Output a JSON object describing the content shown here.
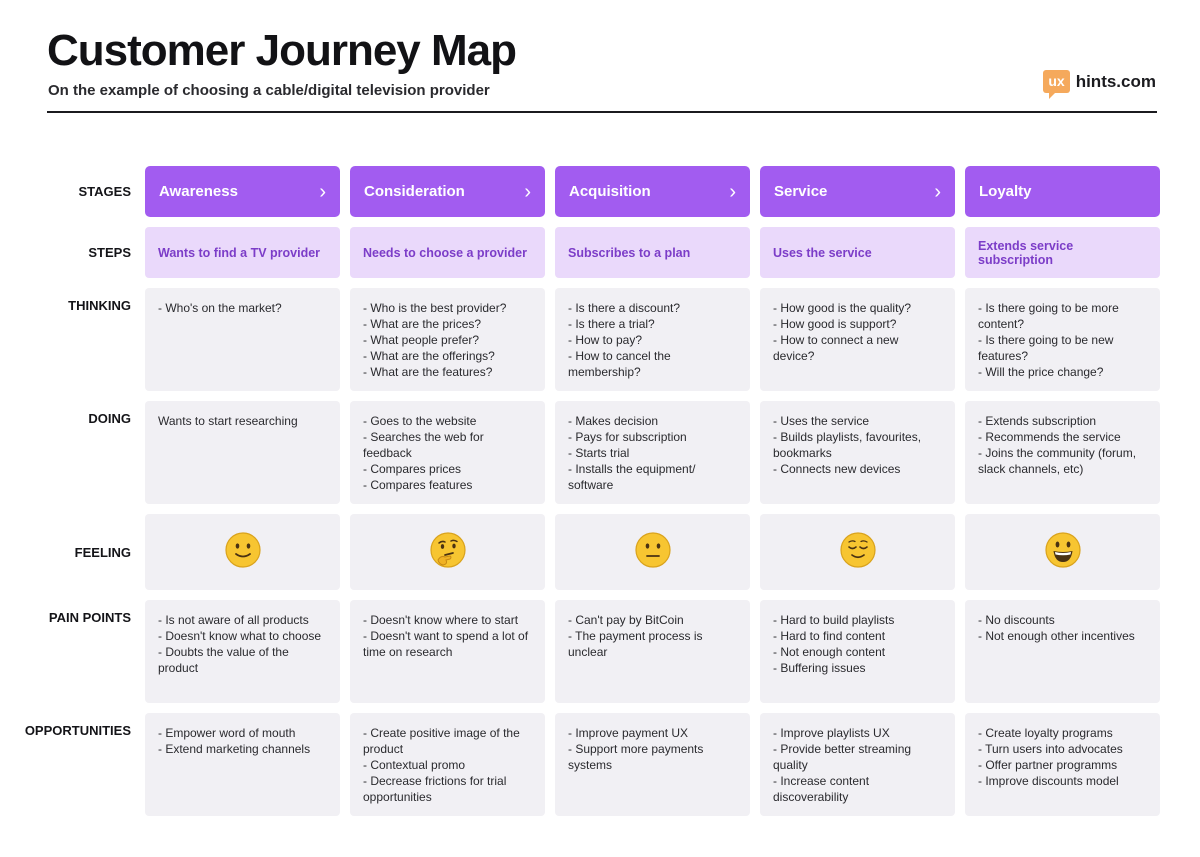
{
  "header": {
    "title": "Customer Journey Map",
    "subtitle": "On the example of choosing a cable/digital television provider",
    "logo_badge": "ux",
    "logo_text": "hints.com"
  },
  "row_labels": {
    "stages": "STAGES",
    "steps": "STEPS",
    "thinking": "THINKING",
    "doing": "DOING",
    "feeling": "FEELING",
    "pain_points": "PAIN POINTS",
    "opportunities": "OPPORTUNITIES"
  },
  "columns": [
    {
      "stage": "Awareness",
      "has_chevron": true,
      "chevron": "›",
      "step": "Wants to find a TV provider",
      "thinking": [
        "- Who's on the market?"
      ],
      "doing": [
        "Wants to start researching"
      ],
      "feeling": "slightly-smiling-face",
      "pain_points": [
        "- Is not aware of all products",
        "- Doesn't know what to choose",
        "- Doubts the value of the product"
      ],
      "opportunities": [
        "- Empower word of mouth",
        "- Extend marketing channels"
      ]
    },
    {
      "stage": "Consideration",
      "has_chevron": true,
      "chevron": "›",
      "step": "Needs to choose a provider",
      "thinking": [
        "- Who is the best provider?",
        "- What are the prices?",
        "- What people prefer?",
        "- What are the offerings?",
        "- What are the features?"
      ],
      "doing": [
        "- Goes to the website",
        "- Searches the web for feedback",
        "- Compares prices",
        "- Compares features"
      ],
      "feeling": "thinking-face",
      "pain_points": [
        "- Doesn't know where to start",
        "- Doesn't want to spend a lot of time on research"
      ],
      "opportunities": [
        "- Create positive image of the product",
        "- Contextual promo",
        "- Decrease frictions for trial opportunities"
      ]
    },
    {
      "stage": "Acquisition",
      "has_chevron": true,
      "chevron": "›",
      "step": "Subscribes to a plan",
      "thinking": [
        "- Is there a discount?",
        "- Is there a trial?",
        "- How to pay?",
        "- How to cancel the membership?"
      ],
      "doing": [
        "- Makes decision",
        "- Pays for subscription",
        "- Starts trial",
        "- Installs the equipment/ software"
      ],
      "feeling": "neutral-face",
      "pain_points": [
        "- Can't pay by BitCoin",
        "- The payment process is unclear"
      ],
      "opportunities": [
        "- Improve payment UX",
        "- Support more payments systems"
      ]
    },
    {
      "stage": "Service",
      "has_chevron": true,
      "chevron": "›",
      "step": "Uses the service",
      "thinking": [
        "- How good is the quality?",
        "- How good is support?",
        "- How to connect a new device?"
      ],
      "doing": [
        "- Uses the service",
        "- Builds playlists, favourites, bookmarks",
        "- Connects new devices"
      ],
      "feeling": "relieved-face",
      "pain_points": [
        "- Hard to build playlists",
        "- Hard to find content",
        "- Not enough content",
        "- Buffering issues"
      ],
      "opportunities": [
        "- Improve playlists UX",
        "- Provide better streaming quality",
        "- Increase content discoverability"
      ]
    },
    {
      "stage": "Loyalty",
      "has_chevron": false,
      "chevron": "",
      "step": "Extends  service subscription",
      "thinking": [
        "- Is there going to be more content?",
        "- Is there going to be new features?",
        "- Will the price change?"
      ],
      "doing": [
        "- Extends subscription",
        "- Recommends the service",
        "- Joins the community (forum, slack channels, etc)"
      ],
      "feeling": "grinning-face",
      "pain_points": [
        "- No discounts",
        "- Not enough other incentives"
      ],
      "opportunities": [
        "- Create loyalty programs",
        "- Turn users into advocates",
        "- Offer partner programms",
        "- Improve discounts model"
      ]
    }
  ],
  "colors": {
    "stage_bg": "#a25cf0",
    "step_bg": "#ead9fb",
    "step_text": "#7c3dc8",
    "cell_bg": "#f1f0f4",
    "emoji_yellow": "#f7c531",
    "logo_orange": "#f5a95c"
  }
}
